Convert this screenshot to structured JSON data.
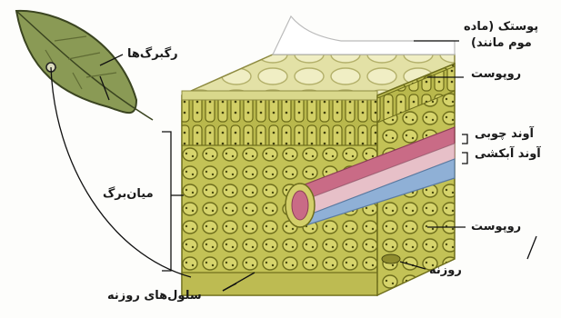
{
  "labels": {
    "cuticle_line1": "پوستک (ماده",
    "cuticle_line2": "موم مانند)",
    "upper_epidermis": "روپوست",
    "xylem": "آوند چوبی",
    "phloem": "آوند آبکشی",
    "lower_epidermis": "روپوست",
    "stoma": "روزنه",
    "mesophyll": "میان‌برگ",
    "veins": "رگبرگ‌ها",
    "guard_cells": "سلول‌های روزنه"
  },
  "colors": {
    "leaf": "#8a9a55",
    "cell_fill": "#c9c85a",
    "cell_dark": "#7a7a1e",
    "epidermis": "#dedd9a",
    "xylem": "#c96b86",
    "phloem": "#8fb0d6",
    "cuticle": "#ffffff"
  }
}
